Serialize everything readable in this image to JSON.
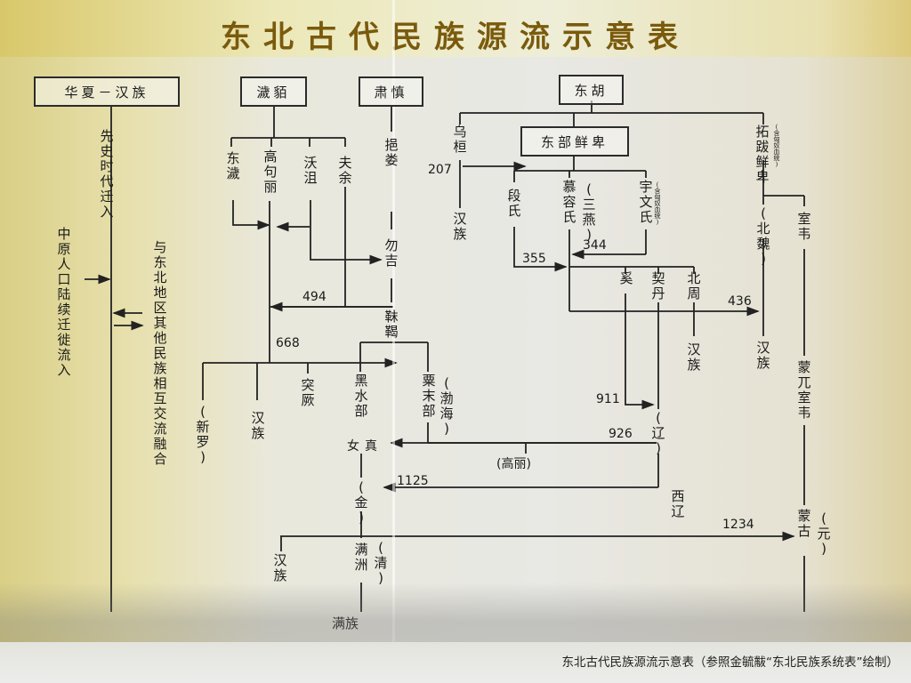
{
  "title": "东北古代民族源流示意表",
  "caption": "东北古代民族源流示意表（参照金毓黻“东北民族系统表”绘制）",
  "boxes": {
    "huaxia": "华夏－汉族",
    "huimo": "濊貊",
    "sushen": "肃慎",
    "donghu": "东胡",
    "dongbu_xianbei": "东部鲜卑"
  },
  "labels": {
    "xianshi": "先史时代迁入",
    "zhongyuan": "中原人口陆续迁徙流入",
    "yu_dongbei": "与东北地区其他民族相互交流融合",
    "donghui": "东濊",
    "gaogouli": "高句丽",
    "wuju": "沃沮",
    "fuyu": "夫余",
    "yilou": "挹娄",
    "wuji": "勿吉",
    "mohe": "靺鞨",
    "tujue": "突厥",
    "heishuibu": "黑水部",
    "sumobu": "粟末部",
    "bohai": "(渤海)",
    "xinluo": "(新罗)",
    "hanzu_1": "汉族",
    "nvzhen": "女真",
    "jin": "(金)",
    "manzhou": "满洲",
    "qing": "(清)",
    "manzu": "满族",
    "hanzu_2": "汉族",
    "gaoli": "(高丽)",
    "wuhuan": "乌桓",
    "hanzu_3": "汉族",
    "duanshi": "段氏",
    "murongshi": "慕容氏",
    "sanyan": "(三燕)",
    "yuwenshi": "宇文氏",
    "yuwen_note": "(含匈奴血统)",
    "tuoba": "拓跋鲜卑",
    "tuoba_note": "(含匈奴血统)",
    "beiwei": "(北魏)",
    "xi": "奚",
    "qidan": "契丹",
    "beizhou": "北周",
    "hanzu_4": "汉族",
    "hanzu_5": "汉族",
    "shiwei": "室韦",
    "mengwushiwei": "蒙兀室韦",
    "liao": "(辽)",
    "xiliao": "西辽",
    "menggu": "蒙古",
    "yuan": "(元)"
  },
  "years": {
    "y207": "207",
    "y355": "355",
    "y344": "344",
    "y494": "494",
    "y436": "436",
    "y668": "668",
    "y911": "911",
    "y926": "926",
    "y1125": "1125",
    "y1234": "1234"
  }
}
